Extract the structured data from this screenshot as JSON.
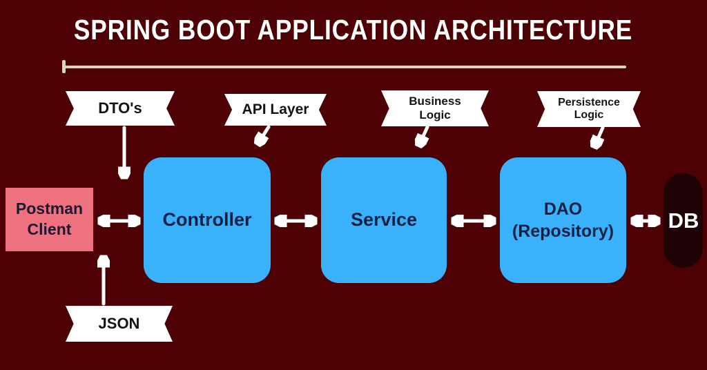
{
  "title": "SPRING BOOT APPLICATION ARCHITECTURE",
  "banners": {
    "dtos": "DTO's",
    "api": "API Layer",
    "business": "Business\nLogic",
    "persistence": "Persistence\nLogic",
    "json": "JSON"
  },
  "nodes": {
    "postman": "Postman\nClient",
    "controller": "Controller",
    "service": "Service",
    "dao": "DAO\n(Repository)",
    "db": "DB"
  },
  "colors": {
    "background": "#4d0104",
    "node_blue": "#3ab1fb",
    "node_pink": "#ee717f",
    "node_text_navy": "#0e2145",
    "banner_white": "#ffffff",
    "underline_cream": "#ddd6bd",
    "db_capsule_dark": "#1f0306",
    "arrow_white": "#ffffff"
  }
}
